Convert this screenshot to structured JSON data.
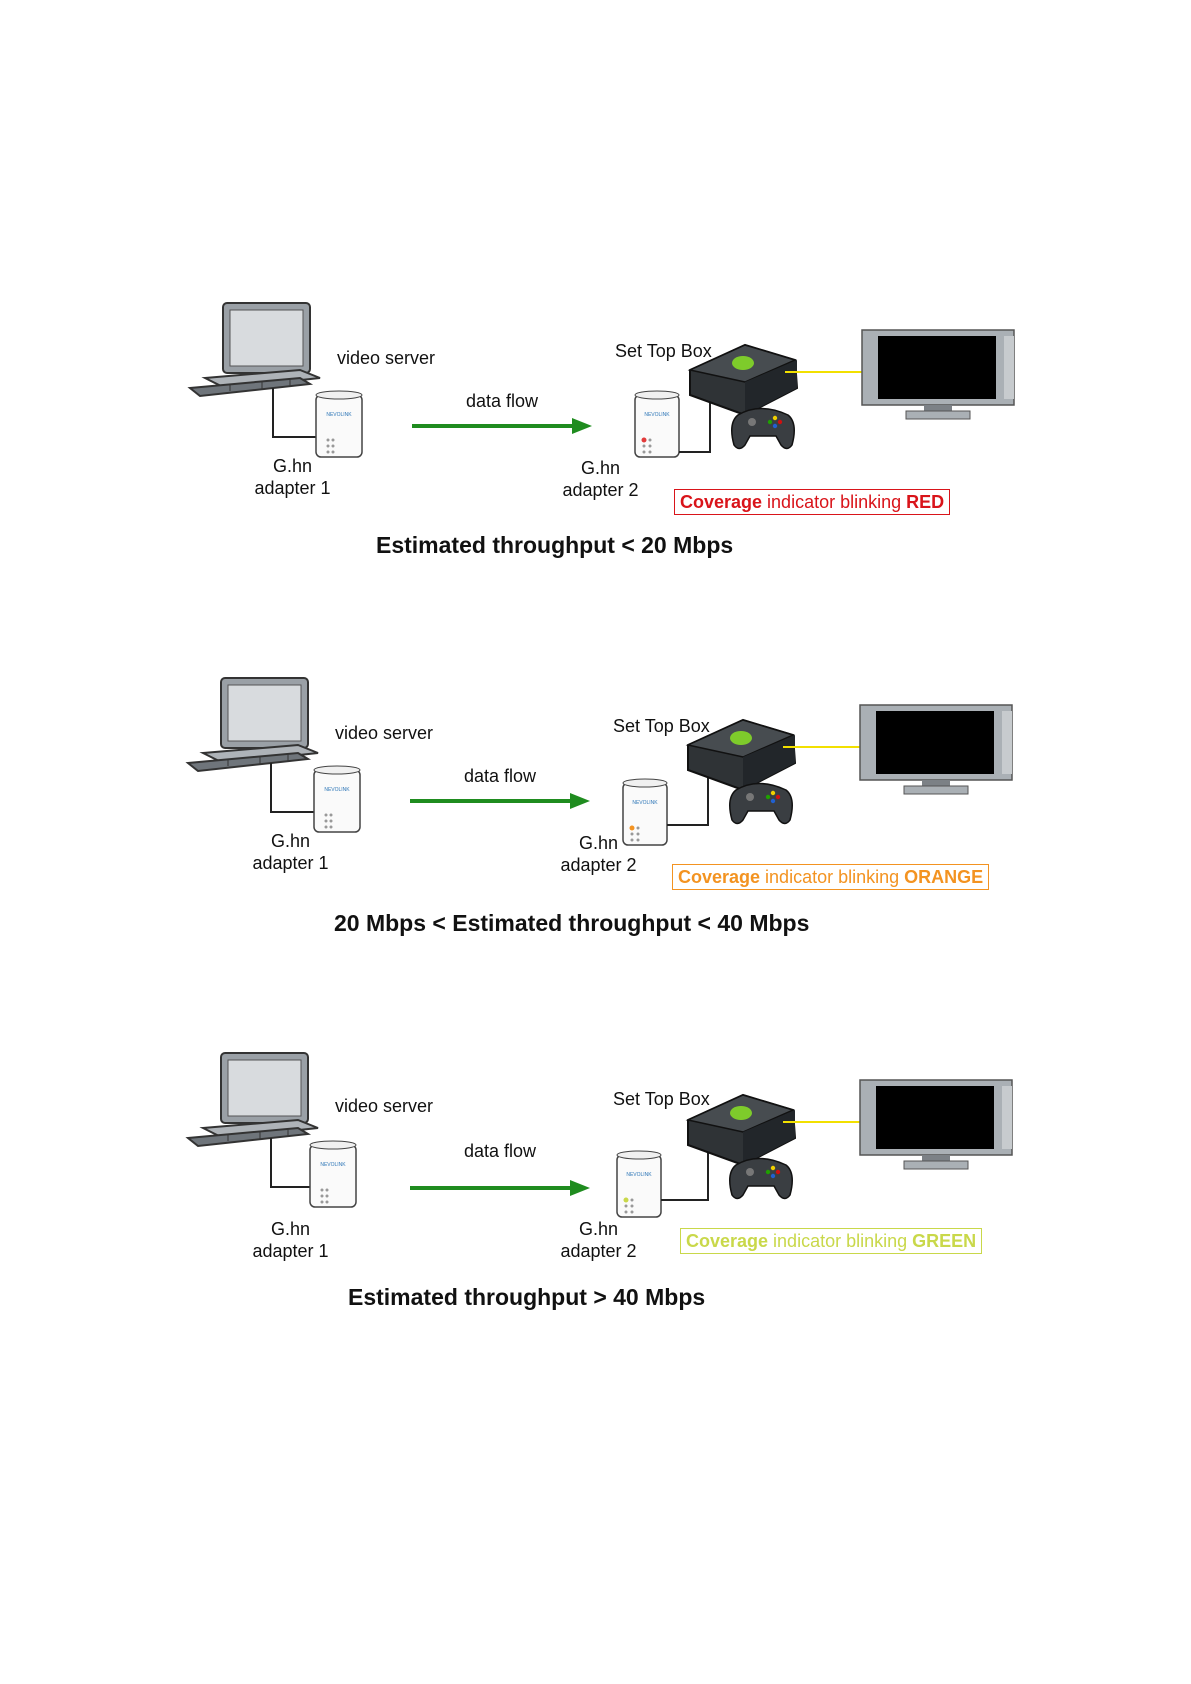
{
  "scenarios": [
    {
      "server_label": "video server",
      "flow_label": "data flow",
      "stb_label": "Set Top Box",
      "adapter1_label": "G.hn\nadapter 1",
      "adapter2_label": "G.hn\nadapter 2",
      "indicator": {
        "word1": "Coverage",
        "middle": " indicator blinking ",
        "word2": "RED",
        "color": "#d9141a",
        "led_color": "#e23b3b"
      },
      "throughput": "Estimated throughput < 20 Mbps"
    },
    {
      "server_label": "video server",
      "flow_label": "data flow",
      "stb_label": "Set Top Box",
      "adapter1_label": "G.hn\nadapter 1",
      "adapter2_label": "G.hn\nadapter 2",
      "indicator": {
        "word1": "Coverage",
        "middle": " indicator blinking ",
        "word2": "ORANGE",
        "color": "#f39321",
        "led_color": "#f39321"
      },
      "throughput": "20 Mbps < Estimated throughput < 40 Mbps"
    },
    {
      "server_label": "video server",
      "flow_label": "data flow",
      "stb_label": "Set Top Box",
      "adapter1_label": "G.hn\nadapter 1",
      "adapter2_label": "G.hn\nadapter 2",
      "indicator": {
        "word1": "Coverage",
        "middle": " indicator blinking ",
        "word2": "GREEN",
        "color": "#c9d84a",
        "led_color": "#c9d84a"
      },
      "throughput": "Estimated throughput > 40 Mbps"
    }
  ],
  "colors": {
    "arrow": "#1f8c1f",
    "video_link": "#f2e000",
    "console_accent": "#7ecb2b"
  },
  "icons": [
    "laptop-icon",
    "adapter-icon",
    "arrow-icon",
    "set-top-box-icon",
    "gamepad-icon",
    "tv-icon"
  ]
}
